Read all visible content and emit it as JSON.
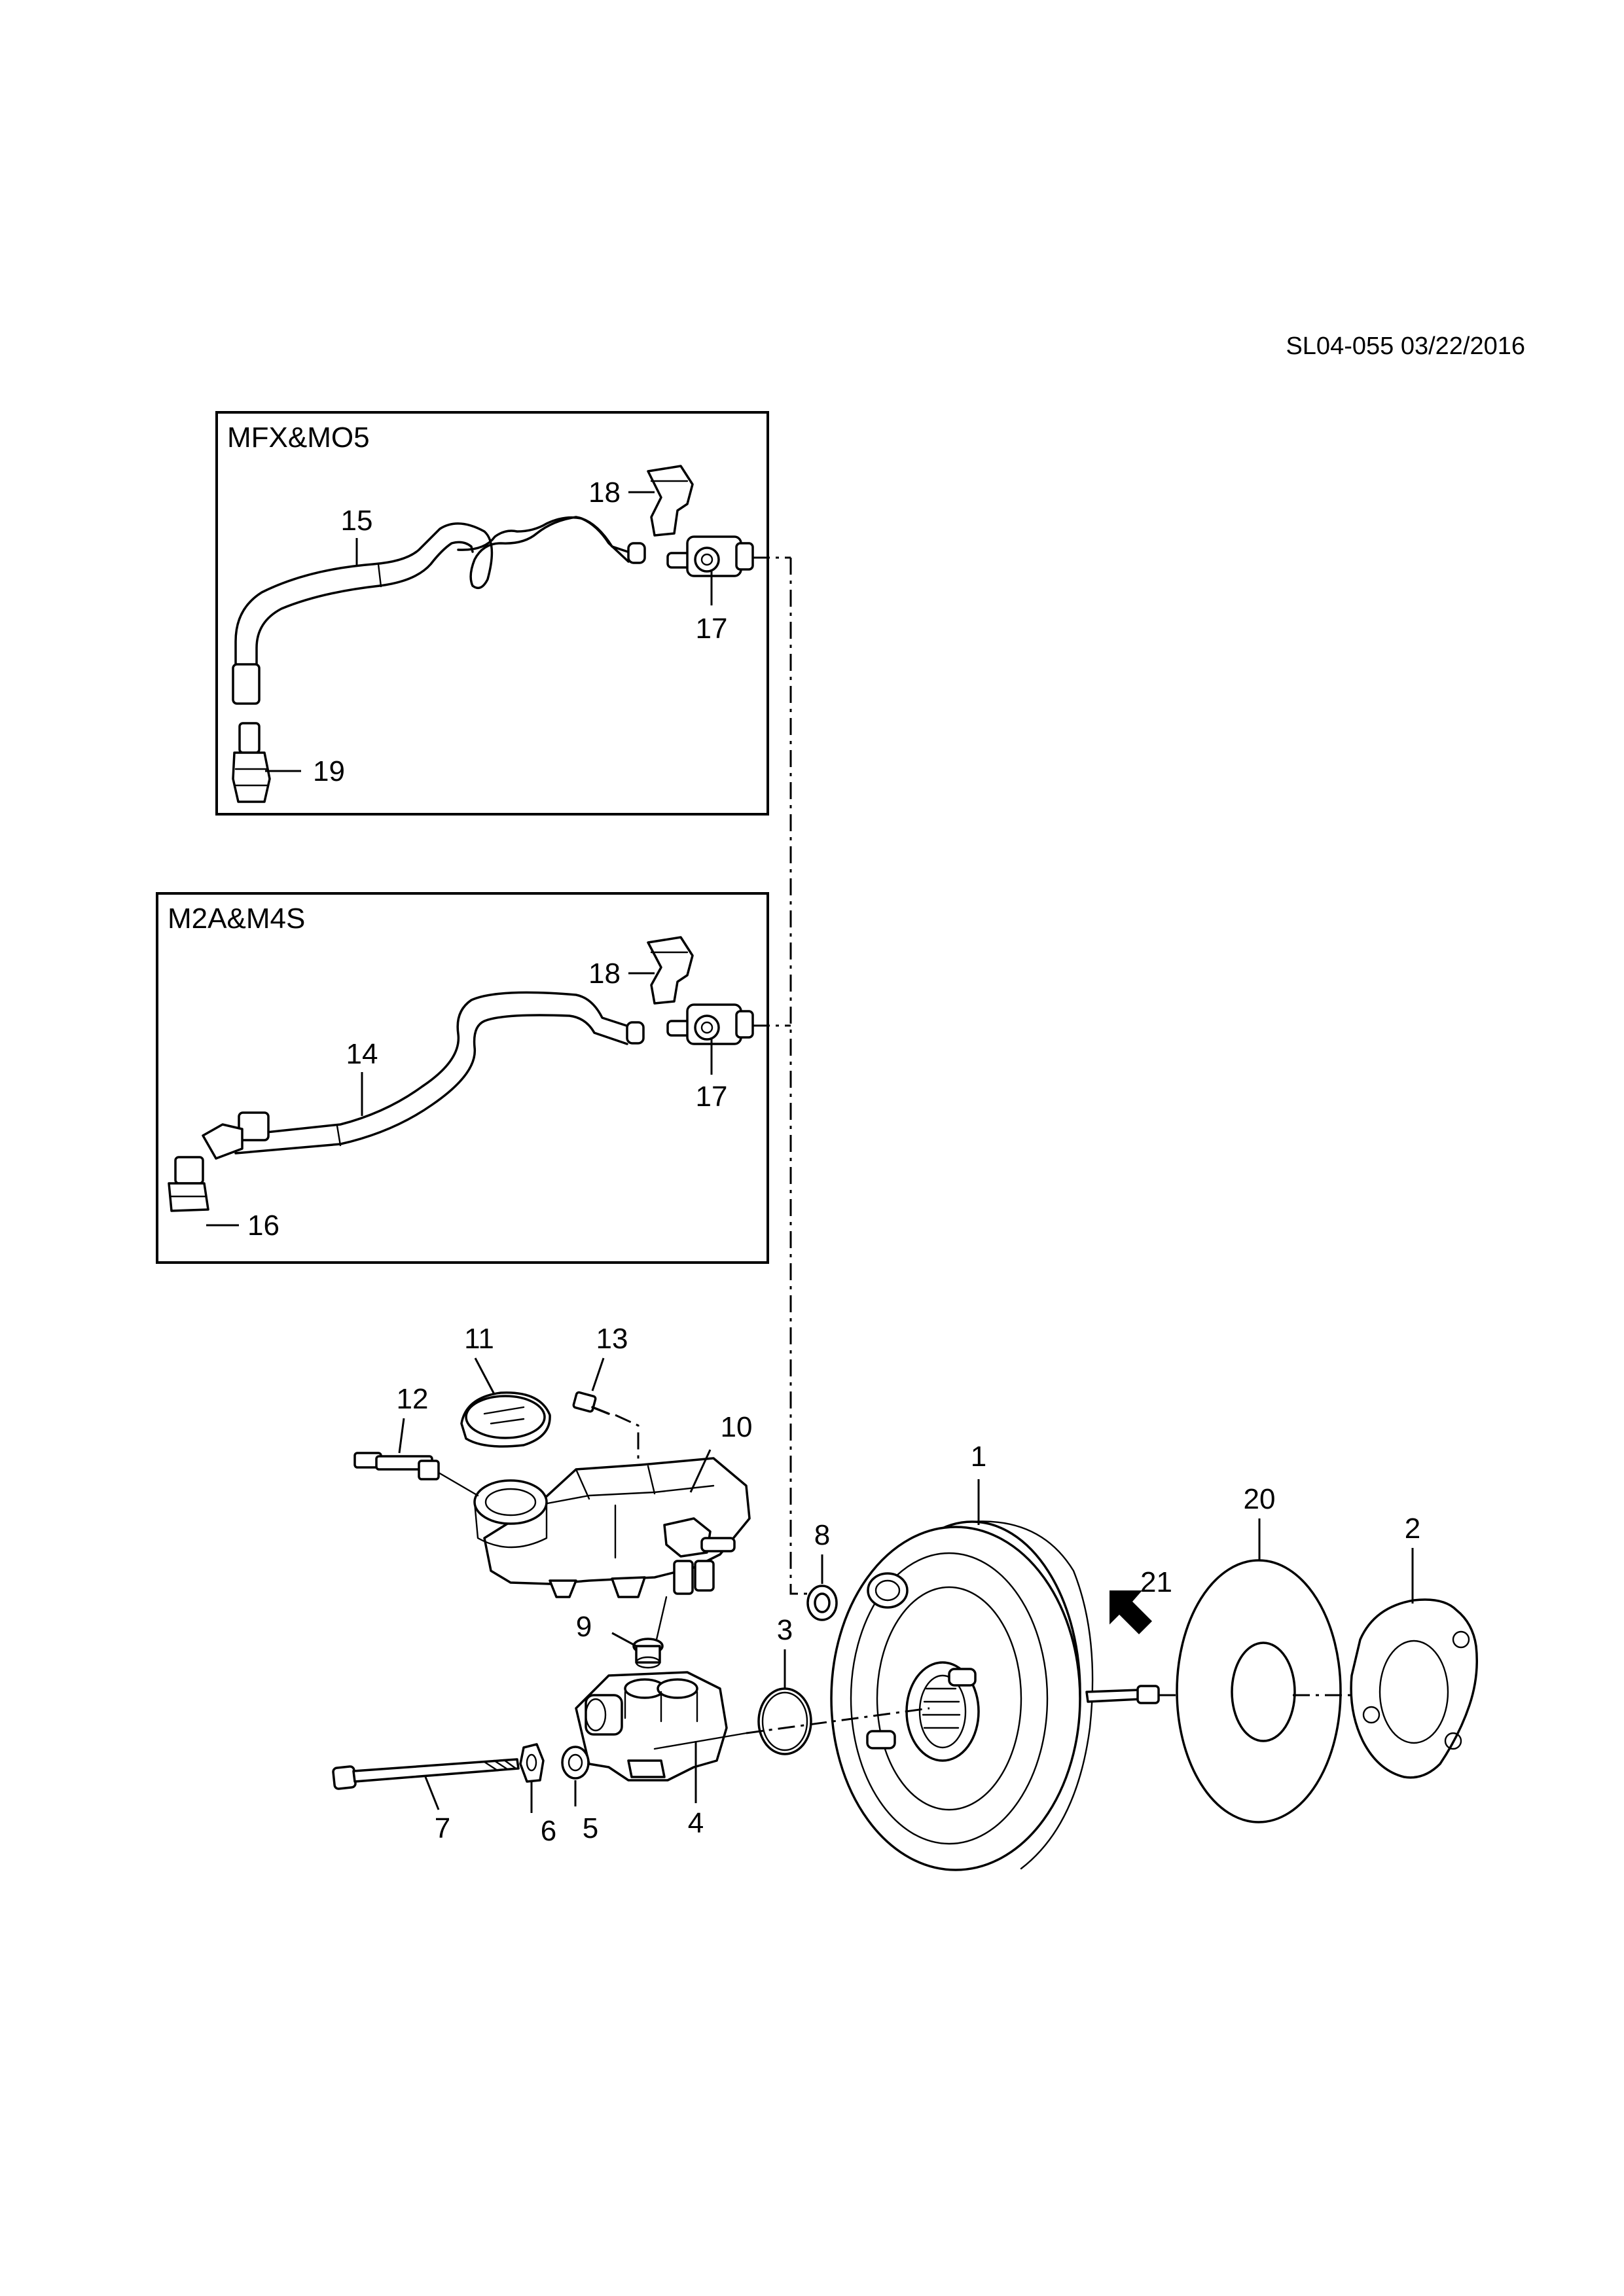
{
  "header": {
    "reference": "SL04-055 03/22/2016"
  },
  "boxes": {
    "top": {
      "title": "MFX&MO5"
    },
    "middle": {
      "title": "M2A&M4S"
    }
  },
  "callouts": {
    "c1": "1",
    "c2": "2",
    "c3": "3",
    "c4": "4",
    "c5": "5",
    "c6": "6",
    "c7": "7",
    "c8": "8",
    "c9": "9",
    "c10": "10",
    "c11": "11",
    "c12": "12",
    "c13": "13",
    "c14": "14",
    "c15": "15",
    "c16": "16",
    "c17a": "17",
    "c17b": "17",
    "c18a": "18",
    "c18b": "18",
    "c19": "19",
    "c20": "20",
    "c21": "21"
  }
}
